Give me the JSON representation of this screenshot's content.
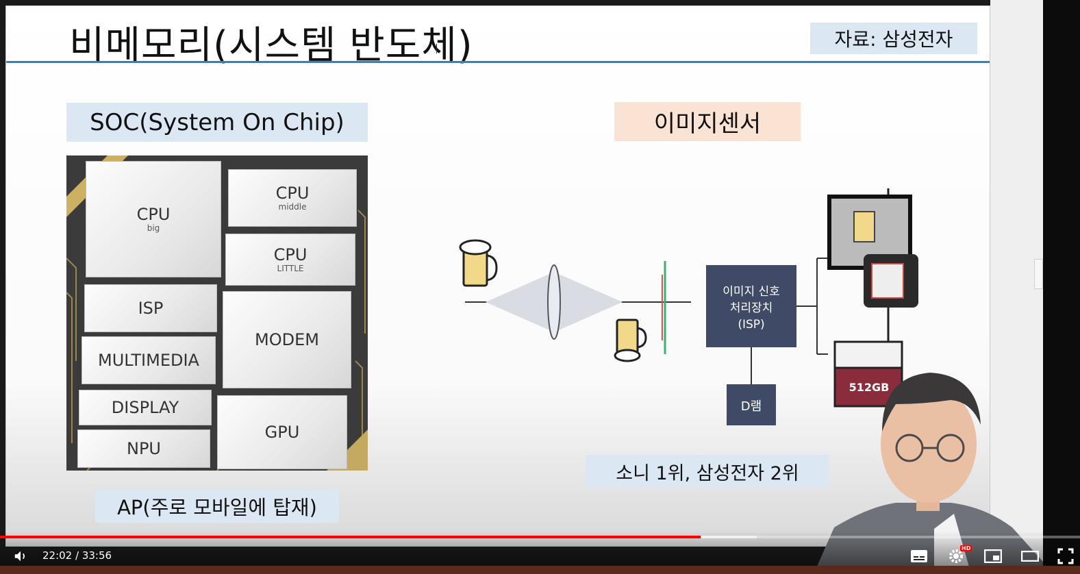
{
  "slide": {
    "title": "비메모리(시스템 반도체)",
    "source": "자료: 삼성전자",
    "soc_label": "SOC(System On Chip)",
    "image_sensor_label": "이미지센서",
    "ap_caption": "AP(주로 모바일에 탑재)",
    "sensor_caption": "소니 1위, 삼성전자 2위"
  },
  "chip_blocks": [
    {
      "name": "CPU",
      "sub": "big"
    },
    {
      "name": "CPU",
      "sub": "middle"
    },
    {
      "name": "CPU",
      "sub": "LITTLE"
    },
    {
      "name": "ISP",
      "sub": ""
    },
    {
      "name": "MULTIMEDIA",
      "sub": ""
    },
    {
      "name": "MODEM",
      "sub": ""
    },
    {
      "name": "DISPLAY",
      "sub": ""
    },
    {
      "name": "NPU",
      "sub": ""
    },
    {
      "name": "GPU",
      "sub": ""
    }
  ],
  "sensor_diagram": {
    "isp_line1": "이미지 신호",
    "isp_line2": "처리장치",
    "isp_line3": "(ISP)",
    "dram_label": "D램",
    "card_label": "512GB"
  },
  "player": {
    "current_time": "22:02",
    "duration": "33:56",
    "time_display": "22:02 / 33:56",
    "progress": 0.649,
    "buffered": 0.701,
    "hd_badge": "HD",
    "colors": {
      "progress": "#ff0000",
      "caption_blue": "#dbe8f3",
      "caption_peach": "#fbe3d4",
      "title_rule": "#2e86c1"
    }
  }
}
